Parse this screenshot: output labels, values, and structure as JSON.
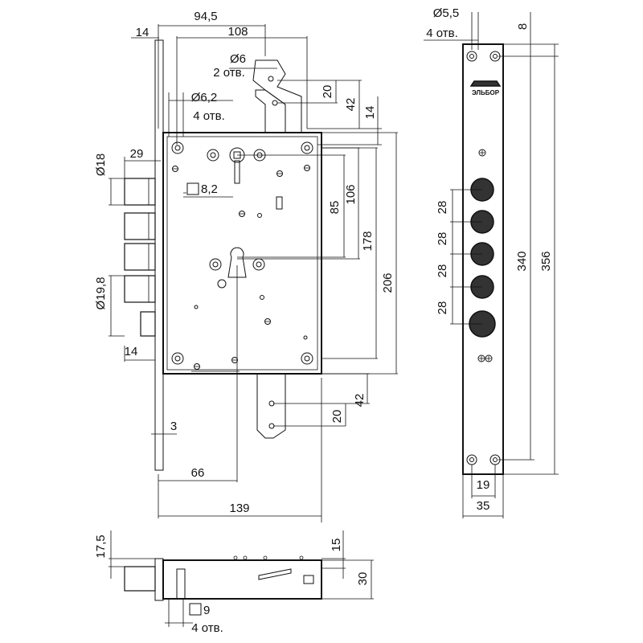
{
  "front_view": {
    "dim_94_5": "94,5",
    "dim_108": "108",
    "dim_14_top": "14",
    "dim_d6": "Ø6",
    "dim_2otv": "2 отв.",
    "dim_20_top": "20",
    "dim_42_top": "42",
    "dim_14_right": "14",
    "dim_d6_2": "Ø6,2",
    "dim_4otv_a": "4 отв.",
    "dim_29": "29",
    "dim_d18": "Ø18",
    "dim_sq8_2": "8,2",
    "dim_85": "85",
    "dim_106": "106",
    "dim_178": "178",
    "dim_206": "206",
    "dim_d19_8": "Ø19,8",
    "dim_14_left": "14",
    "dim_42_bot": "42",
    "dim_20_bot": "20",
    "dim_3": "3",
    "dim_66": "66",
    "dim_139": "139"
  },
  "strike_plate": {
    "dim_d5_5": "Ø5,5",
    "dim_4otv": "4 отв.",
    "dim_8": "8",
    "logo_text": "ЭЛЬБОР",
    "spacings": [
      "28",
      "28",
      "28",
      "28"
    ],
    "dim_340": "340",
    "dim_356": "356",
    "dim_19": "19",
    "dim_35": "35"
  },
  "side_view": {
    "dim_17_5": "17,5",
    "dim_15": "15",
    "dim_30": "30",
    "dim_sq9": "9",
    "dim_4otv": "4 отв."
  }
}
